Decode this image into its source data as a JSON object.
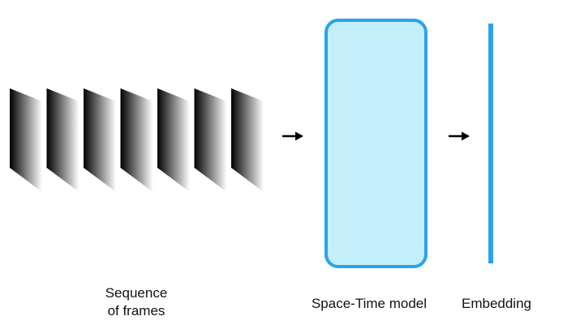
{
  "labels": {
    "sequence_line1": "Sequence",
    "sequence_line2": "of frames",
    "model": "Space-Time model",
    "embedding": "Embedding"
  },
  "frames": {
    "count": 7,
    "gradient_dark": "#000000",
    "gradient_light": "#ffffff"
  },
  "model_box": {
    "fill": "#c3eefb",
    "stroke": "#2aa3ea"
  },
  "embedding_bar": {
    "fill": "#2aa3ea"
  },
  "arrows": {
    "color": "#000000",
    "icon": "right-arrow-icon"
  }
}
